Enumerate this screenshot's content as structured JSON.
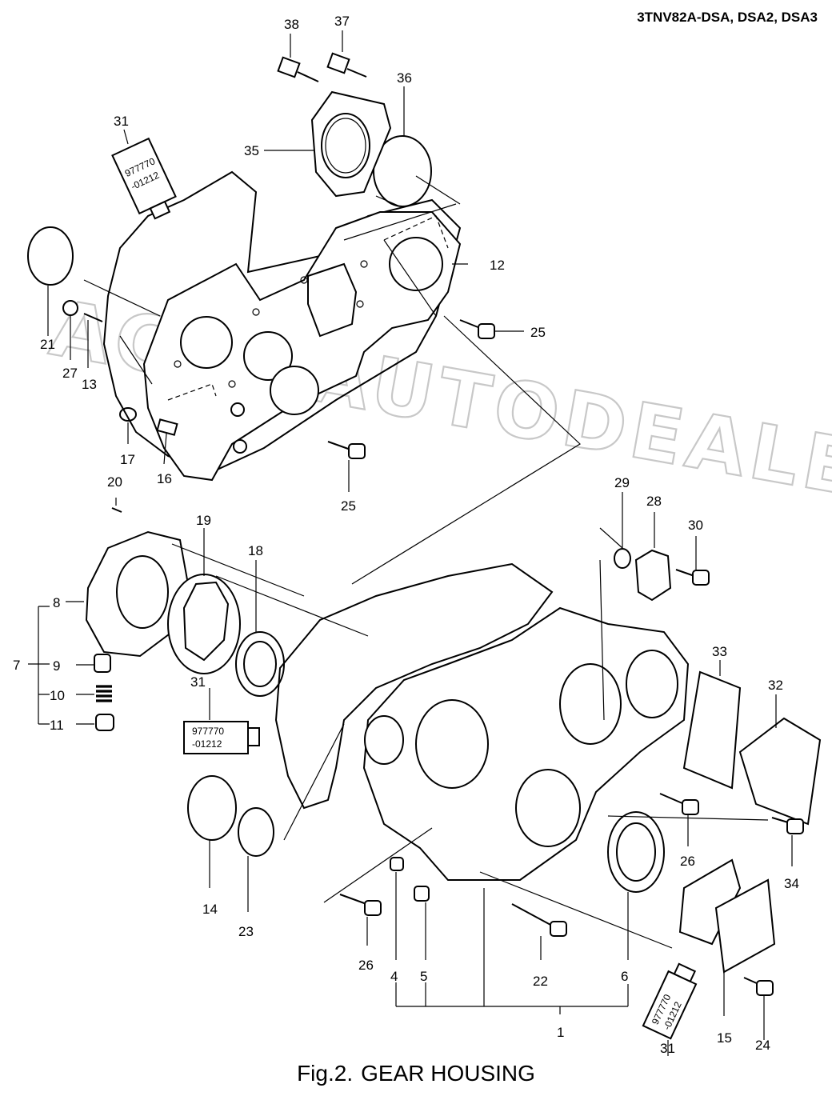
{
  "header": {
    "model": "3TNV82A-DSA, DSA2, DSA3"
  },
  "caption": {
    "fig": "Fig.2.",
    "title": "GEAR HOUSING"
  },
  "watermark": "ACAT.AUTODEALER.RU",
  "tube": {
    "line1": "977770",
    "line2": "-01212"
  },
  "callouts": {
    "c38": "38",
    "c37": "37",
    "c36": "36",
    "c35": "35",
    "c31a": "31",
    "c12": "12",
    "c25a": "25",
    "c21": "21",
    "c27": "27",
    "c13": "13",
    "c17": "17",
    "c16": "16",
    "c25b": "25",
    "c20": "20",
    "c19": "19",
    "c18": "18",
    "c8": "8",
    "c7": "7",
    "c9": "9",
    "c10": "10",
    "c11": "11",
    "c31b": "31",
    "c29": "29",
    "c28": "28",
    "c30": "30",
    "c33": "33",
    "c32": "32",
    "c14": "14",
    "c23": "23",
    "c26a": "26",
    "c26b": "26",
    "c34": "34",
    "c4": "4",
    "c5": "5",
    "c22": "22",
    "c6": "6",
    "c1": "1",
    "c15": "15",
    "c24": "24",
    "c31c": "31"
  }
}
